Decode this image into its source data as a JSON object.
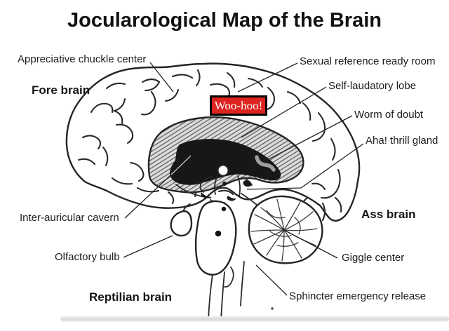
{
  "title": "Jocularological Map of the Brain",
  "regions": {
    "fore": "Fore brain",
    "ass": "Ass brain",
    "reptilian": "Reptilian brain"
  },
  "sticker": {
    "text": "Woo-hoo!",
    "bg_color": "#de2420",
    "border_color": "#000000",
    "text_color": "#ffffff"
  },
  "callouts": {
    "appreciative": "Appreciative chuckle center",
    "sexual": "Sexual reference ready room",
    "self_laudatory": "Self-laudatory lobe",
    "worm": "Worm of doubt",
    "aha": "Aha! thrill gland",
    "inter_auricular": "Inter-auricular cavern",
    "olfactory": "Olfactory bulb",
    "giggle": "Giggle center",
    "sphincter": "Sphincter emergency release"
  },
  "colors": {
    "background": "#ffffff",
    "ink": "#242424",
    "label_text": "#1c1c1c",
    "hatch_fill": "#dcdcdc",
    "hatch_line": "#5f5f5f",
    "dark_region": "#171717",
    "worm_gray": "#9d9d9d"
  }
}
